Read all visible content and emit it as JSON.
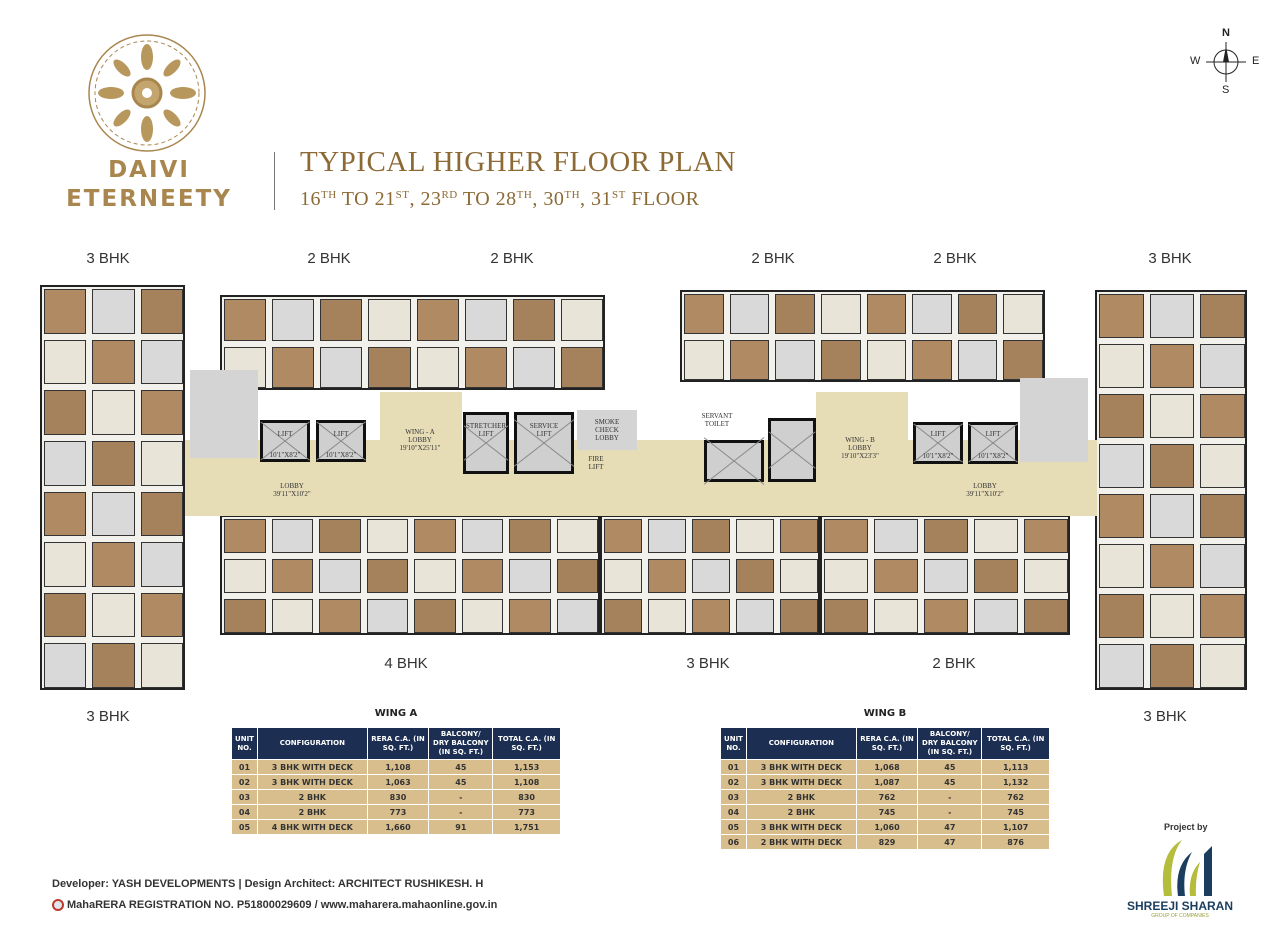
{
  "brand": {
    "line1": "DAIVI",
    "line2": "ETERNEETY"
  },
  "title": {
    "main": "TYPICAL HIGHER FLOOR PLAN",
    "floors": [
      {
        "t": "16",
        "s": "TH"
      },
      {
        "t": " TO 21",
        "s": "ST"
      },
      {
        "t": ", 23",
        "s": "RD"
      },
      {
        "t": " TO 28",
        "s": "TH"
      },
      {
        "t": ", 30",
        "s": "TH"
      },
      {
        "t": ", 31",
        "s": "ST"
      },
      {
        "t": " FLOOR",
        "s": ""
      }
    ]
  },
  "compass": {
    "n": "N",
    "s": "S",
    "e": "E",
    "w": "W"
  },
  "unit_labels": {
    "top": [
      "3 BHK",
      "2 BHK",
      "2 BHK",
      "2 BHK",
      "2 BHK",
      "3 BHK"
    ],
    "bottom": [
      "4 BHK",
      "3 BHK",
      "2 BHK"
    ],
    "lower_left": "3 BHK",
    "lower_right": "3 BHK"
  },
  "plan": {
    "lobby_a": "LOBBY\n39'11\"X10'2\"",
    "wing_a": "WING - A\nLOBBY\n19'10\"X25'11\"",
    "wing_b": "WING - B\nLOBBY\n19'10\"X23'3\"",
    "lobby_b": "LOBBY\n39'11\"X10'2\"",
    "lift": "LIFT",
    "lift_size": "10'1\"X8'2\"",
    "stretcher_lift": "STRETCHER\nLIFT",
    "service_lift": "SERVICE\nLIFT",
    "smoke_check": "SMOKE\nCHECK\nLOBBY",
    "fire_lift": "FIRE\nLIFT",
    "servant_toilet": "SERVANT\nTOILET"
  },
  "wing_a": {
    "title": "WING A",
    "headers": [
      "UNIT NO.",
      "CONFIGURATION",
      "RERA C.A. (IN SQ. FT.)",
      "BALCONY/ DRY BALCONY (IN SQ. FT.)",
      "TOTAL C.A. (IN SQ. FT.)"
    ],
    "rows": [
      [
        "01",
        "3 BHK WITH DECK",
        "1,108",
        "45",
        "1,153"
      ],
      [
        "02",
        "3 BHK WITH DECK",
        "1,063",
        "45",
        "1,108"
      ],
      [
        "03",
        "2 BHK",
        "830",
        "-",
        "830"
      ],
      [
        "04",
        "2 BHK",
        "773",
        "-",
        "773"
      ],
      [
        "05",
        "4 BHK WITH DECK",
        "1,660",
        "91",
        "1,751"
      ]
    ]
  },
  "wing_b": {
    "title": "WING B",
    "headers": [
      "UNIT NO.",
      "CONFIGURATION",
      "RERA C.A. (IN SQ. FT.)",
      "BALCONY/ DRY BALCONY (IN SQ. FT.)",
      "TOTAL C.A. (IN SQ. FT.)"
    ],
    "rows": [
      [
        "01",
        "3 BHK WITH DECK",
        "1,068",
        "45",
        "1,113"
      ],
      [
        "02",
        "3 BHK WITH DECK",
        "1,087",
        "45",
        "1,132"
      ],
      [
        "03",
        "2 BHK",
        "762",
        "-",
        "762"
      ],
      [
        "04",
        "2 BHK",
        "745",
        "-",
        "745"
      ],
      [
        "05",
        "3 BHK WITH DECK",
        "1,060",
        "47",
        "1,107"
      ],
      [
        "06",
        "2 BHK WITH DECK",
        "829",
        "47",
        "876"
      ]
    ]
  },
  "footer": {
    "developer": "Developer: YASH DEVELOPMENTS  |  Design Architect: ARCHITECT RUSHIKESH. H",
    "rera": "MahaRERA REGISTRATION NO. P51800029609 / www.maharera.mahaonline.gov.in"
  },
  "project_by": {
    "label": "Project by",
    "name": "SHREEJI SHARAN",
    "sub": "GROUP OF COMPANIES"
  },
  "colors": {
    "gold": "#a8864e",
    "navy": "#1c2e52",
    "tan": "#d9be8d",
    "lobby": "#e6dcb6",
    "lime": "#b5bd3c"
  }
}
